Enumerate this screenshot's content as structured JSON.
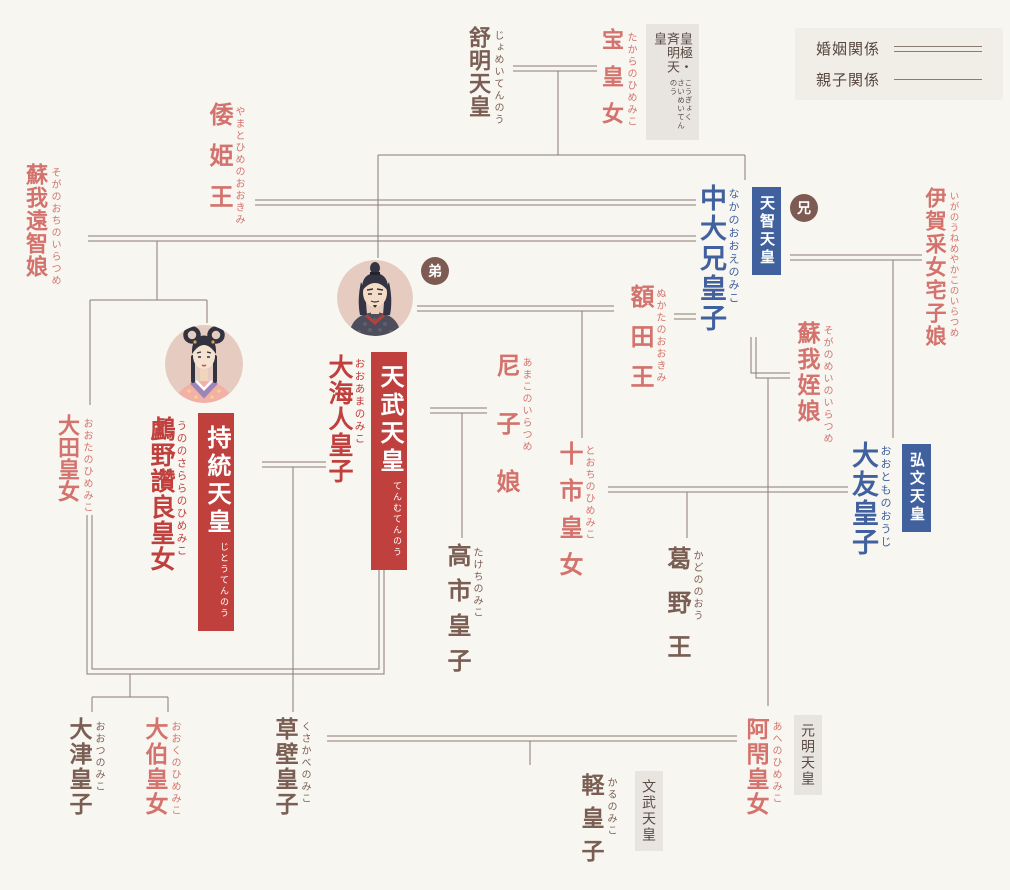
{
  "legend": {
    "marriage_label": "婚姻関係",
    "parent_label": "親子関係"
  },
  "colors": {
    "background": "#f8f6f1",
    "line": "#8b7b72",
    "male_blue": "#41619e",
    "emperor_red": "#bf403d",
    "female_pink": "#d4736d",
    "neutral_brown": "#7a5e53",
    "relation_badge_brown": "#7d5b52",
    "badge_gray_bg": "#e8e5e0",
    "avatar_bg": "#e5cbc0"
  },
  "people": {
    "jomei": {
      "name": "舒明天皇",
      "furigana": "じょめいてんのう"
    },
    "takara": {
      "name": "宝皇女",
      "furigana": "たからのひめみこ",
      "badge": "皇極・斉明天皇",
      "badge_furigana": "こうぎょく さいめいてんのう"
    },
    "yamatohime": {
      "name": "倭姫王",
      "furigana": "やまとひめのおおきみ"
    },
    "soga_ochi": {
      "name": "蘇我遠智娘",
      "furigana": "そがのおちのいらつめ"
    },
    "naka_no_oe": {
      "name": "中大兄皇子",
      "furigana": "なかのおおえのみこ",
      "badge": "天智天皇",
      "relation_badge": "兄"
    },
    "iga": {
      "name": "伊賀采女宅子娘",
      "furigana": "いがのうねめやかこのいらつめ"
    },
    "soga_mei": {
      "name": "蘇我姪娘",
      "furigana": "そがのめいのいらつめ"
    },
    "nukata": {
      "name": "額田王",
      "furigana": "ぬかたのおおきみ"
    },
    "tenmu": {
      "badge_name": "天武天皇",
      "badge_furigana": "てんむてんのう",
      "name": "大海人皇子",
      "furigana": "おおあまのみこ",
      "relation_badge": "弟"
    },
    "jito": {
      "badge_name": "持統天皇",
      "badge_furigana": "じとうてんのう",
      "name": "鸕野讚良皇女",
      "furigana": "うののさららのひめみこ"
    },
    "oota": {
      "name": "大田皇女",
      "furigana": "おおたのひめみこ"
    },
    "amako": {
      "name": "尼子娘",
      "furigana": "あまこのいらつめ"
    },
    "tochi": {
      "name": "十市皇女",
      "furigana": "とおちのひめみこ"
    },
    "otomo": {
      "name": "大友皇子",
      "furigana": "おおとものおうじ",
      "badge": "弘文天皇"
    },
    "takechi": {
      "name": "高市皇子",
      "furigana": "たけちのみこ"
    },
    "kadono": {
      "name": "葛野王",
      "furigana": "かどののおう"
    },
    "otsu": {
      "name": "大津皇子",
      "furigana": "おおつのみこ"
    },
    "oku": {
      "name": "大伯皇女",
      "furigana": "おおくのひめみこ"
    },
    "kusakabe": {
      "name": "草壁皇子",
      "furigana": "くさかべのみこ"
    },
    "karu": {
      "name": "軽皇子",
      "furigana": "かるのみこ",
      "badge": "文武天皇"
    },
    "ahe": {
      "name": "阿閇皇女",
      "furigana": "あへのひめみこ",
      "badge": "元明天皇"
    }
  }
}
